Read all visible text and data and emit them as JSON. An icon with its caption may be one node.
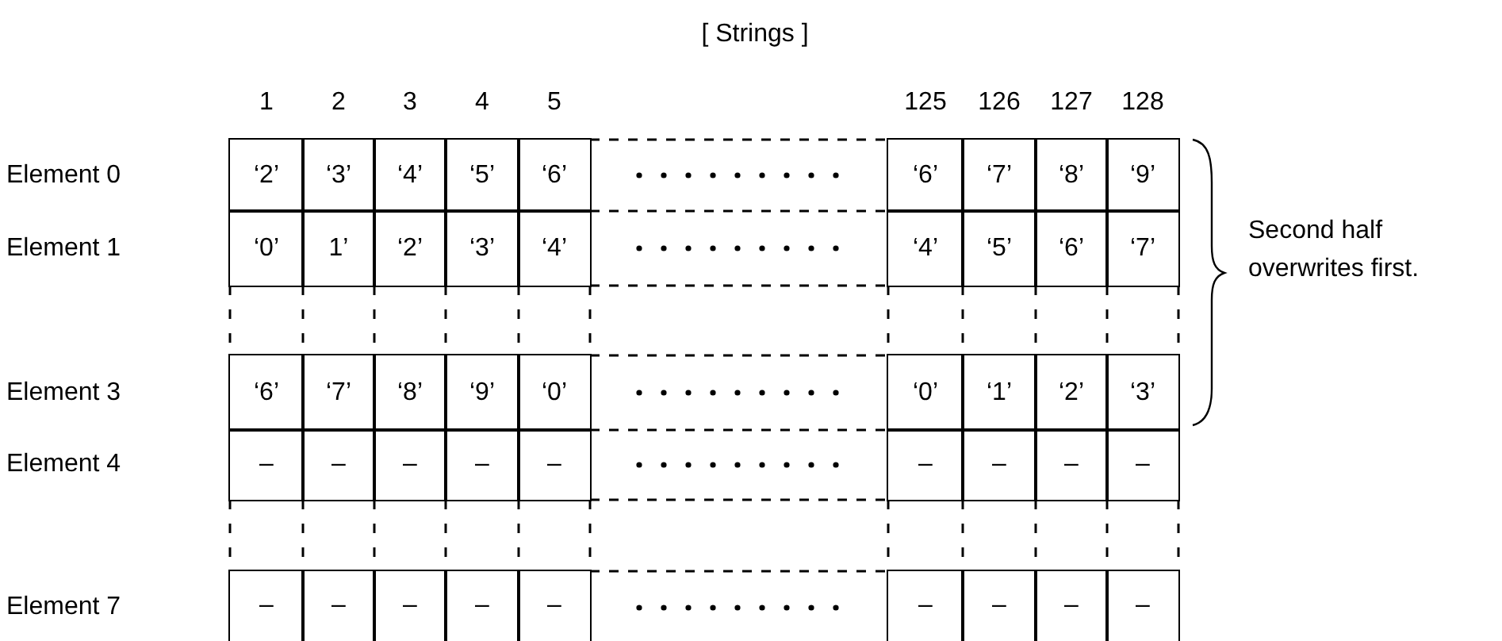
{
  "diagram": {
    "labels": [
      "[ Strings ]",
      "1",
      "2",
      "3",
      "4",
      "5",
      "125",
      "126",
      "127",
      "128",
      "Element 0",
      "‘2’",
      "‘3’",
      "‘4’",
      "‘5’",
      "‘6’",
      "‘6’",
      "‘7’",
      "‘8’",
      "‘9’",
      "Element 1",
      "‘0’",
      "1’",
      "‘2’",
      "‘3’",
      "‘4’",
      "‘4’",
      "‘5’",
      "‘6’",
      "‘7’",
      "Second half overwrites first.",
      "Element 3",
      "‘6’",
      "‘7’",
      "‘8’",
      "‘9’",
      "‘0’",
      "‘0’",
      "‘1’",
      "‘2’",
      "‘3’",
      "Element 4",
      "–",
      "–",
      "–",
      "–",
      "–",
      "–",
      "–",
      "–",
      "–",
      "Element 7",
      "–",
      "–",
      "–",
      "–",
      "–",
      "–",
      "–",
      "–",
      "–"
    ]
  }
}
